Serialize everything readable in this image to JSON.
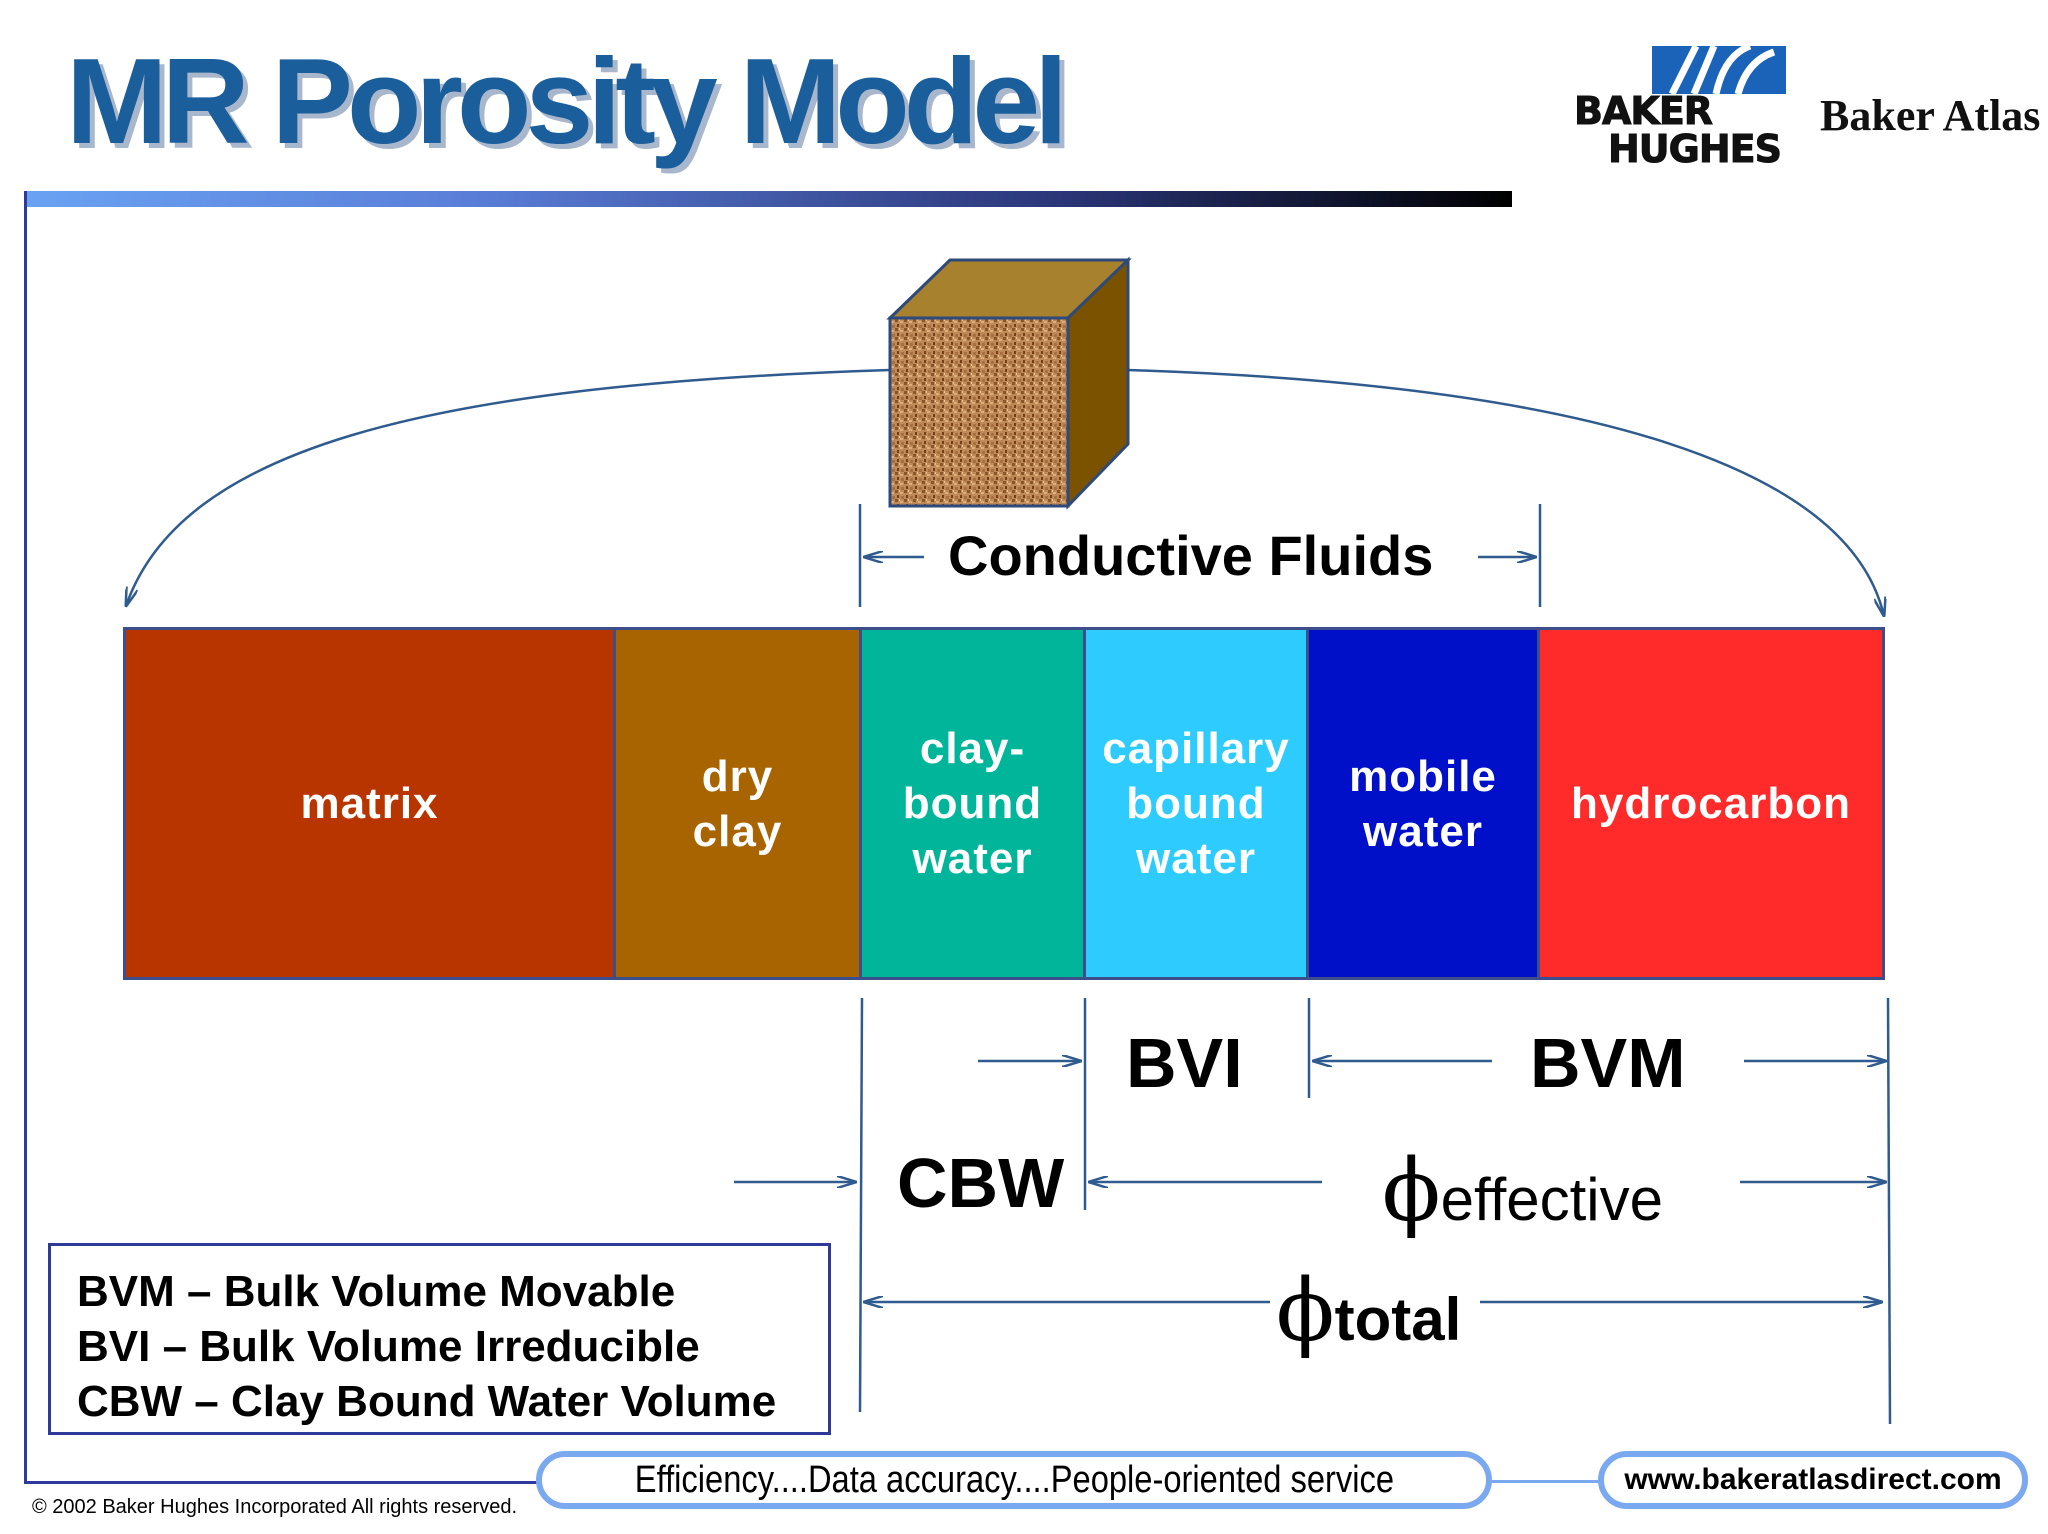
{
  "title": "MR Porosity Model",
  "logo": {
    "company_line1": "BAKER",
    "company_line2": "HUGHES",
    "division": "Baker Atlas",
    "mark_icon": "baker-hughes-logo-mark"
  },
  "diagram": {
    "top_span_label": "Conductive Fluids",
    "segments": [
      {
        "label": "matrix",
        "color": "#b83500"
      },
      {
        "label": "dry\nclay",
        "color": "#a86400"
      },
      {
        "label": "clay-\nbound\nwater",
        "color": "#00b59a"
      },
      {
        "label": "capillary\nbound\nwater",
        "color": "#2ecbff"
      },
      {
        "label": "mobile\nwater",
        "color": "#0010c8"
      },
      {
        "label": "hydrocarbon",
        "color": "#ff2a2a"
      }
    ],
    "bvi_label": "BVI",
    "bvm_label": "BVM",
    "cbw_label": "CBW",
    "phi_symbol": "ϕ",
    "phi_effective_sub": "effective",
    "phi_total_sub": "total",
    "cube_icon": "rock-sample-cube-icon",
    "arrow_color": "#2f5b8e"
  },
  "legend": [
    "BVM – Bulk Volume Movable",
    "BVI – Bulk Volume Irreducible",
    "CBW – Clay Bound Water Volume"
  ],
  "footer": {
    "copyright": "© 2002 Baker Hughes Incorporated All rights reserved.",
    "slogan": "Efficiency....Data accuracy....People-oriented service",
    "url": "www.bakeratlasdirect.com"
  }
}
